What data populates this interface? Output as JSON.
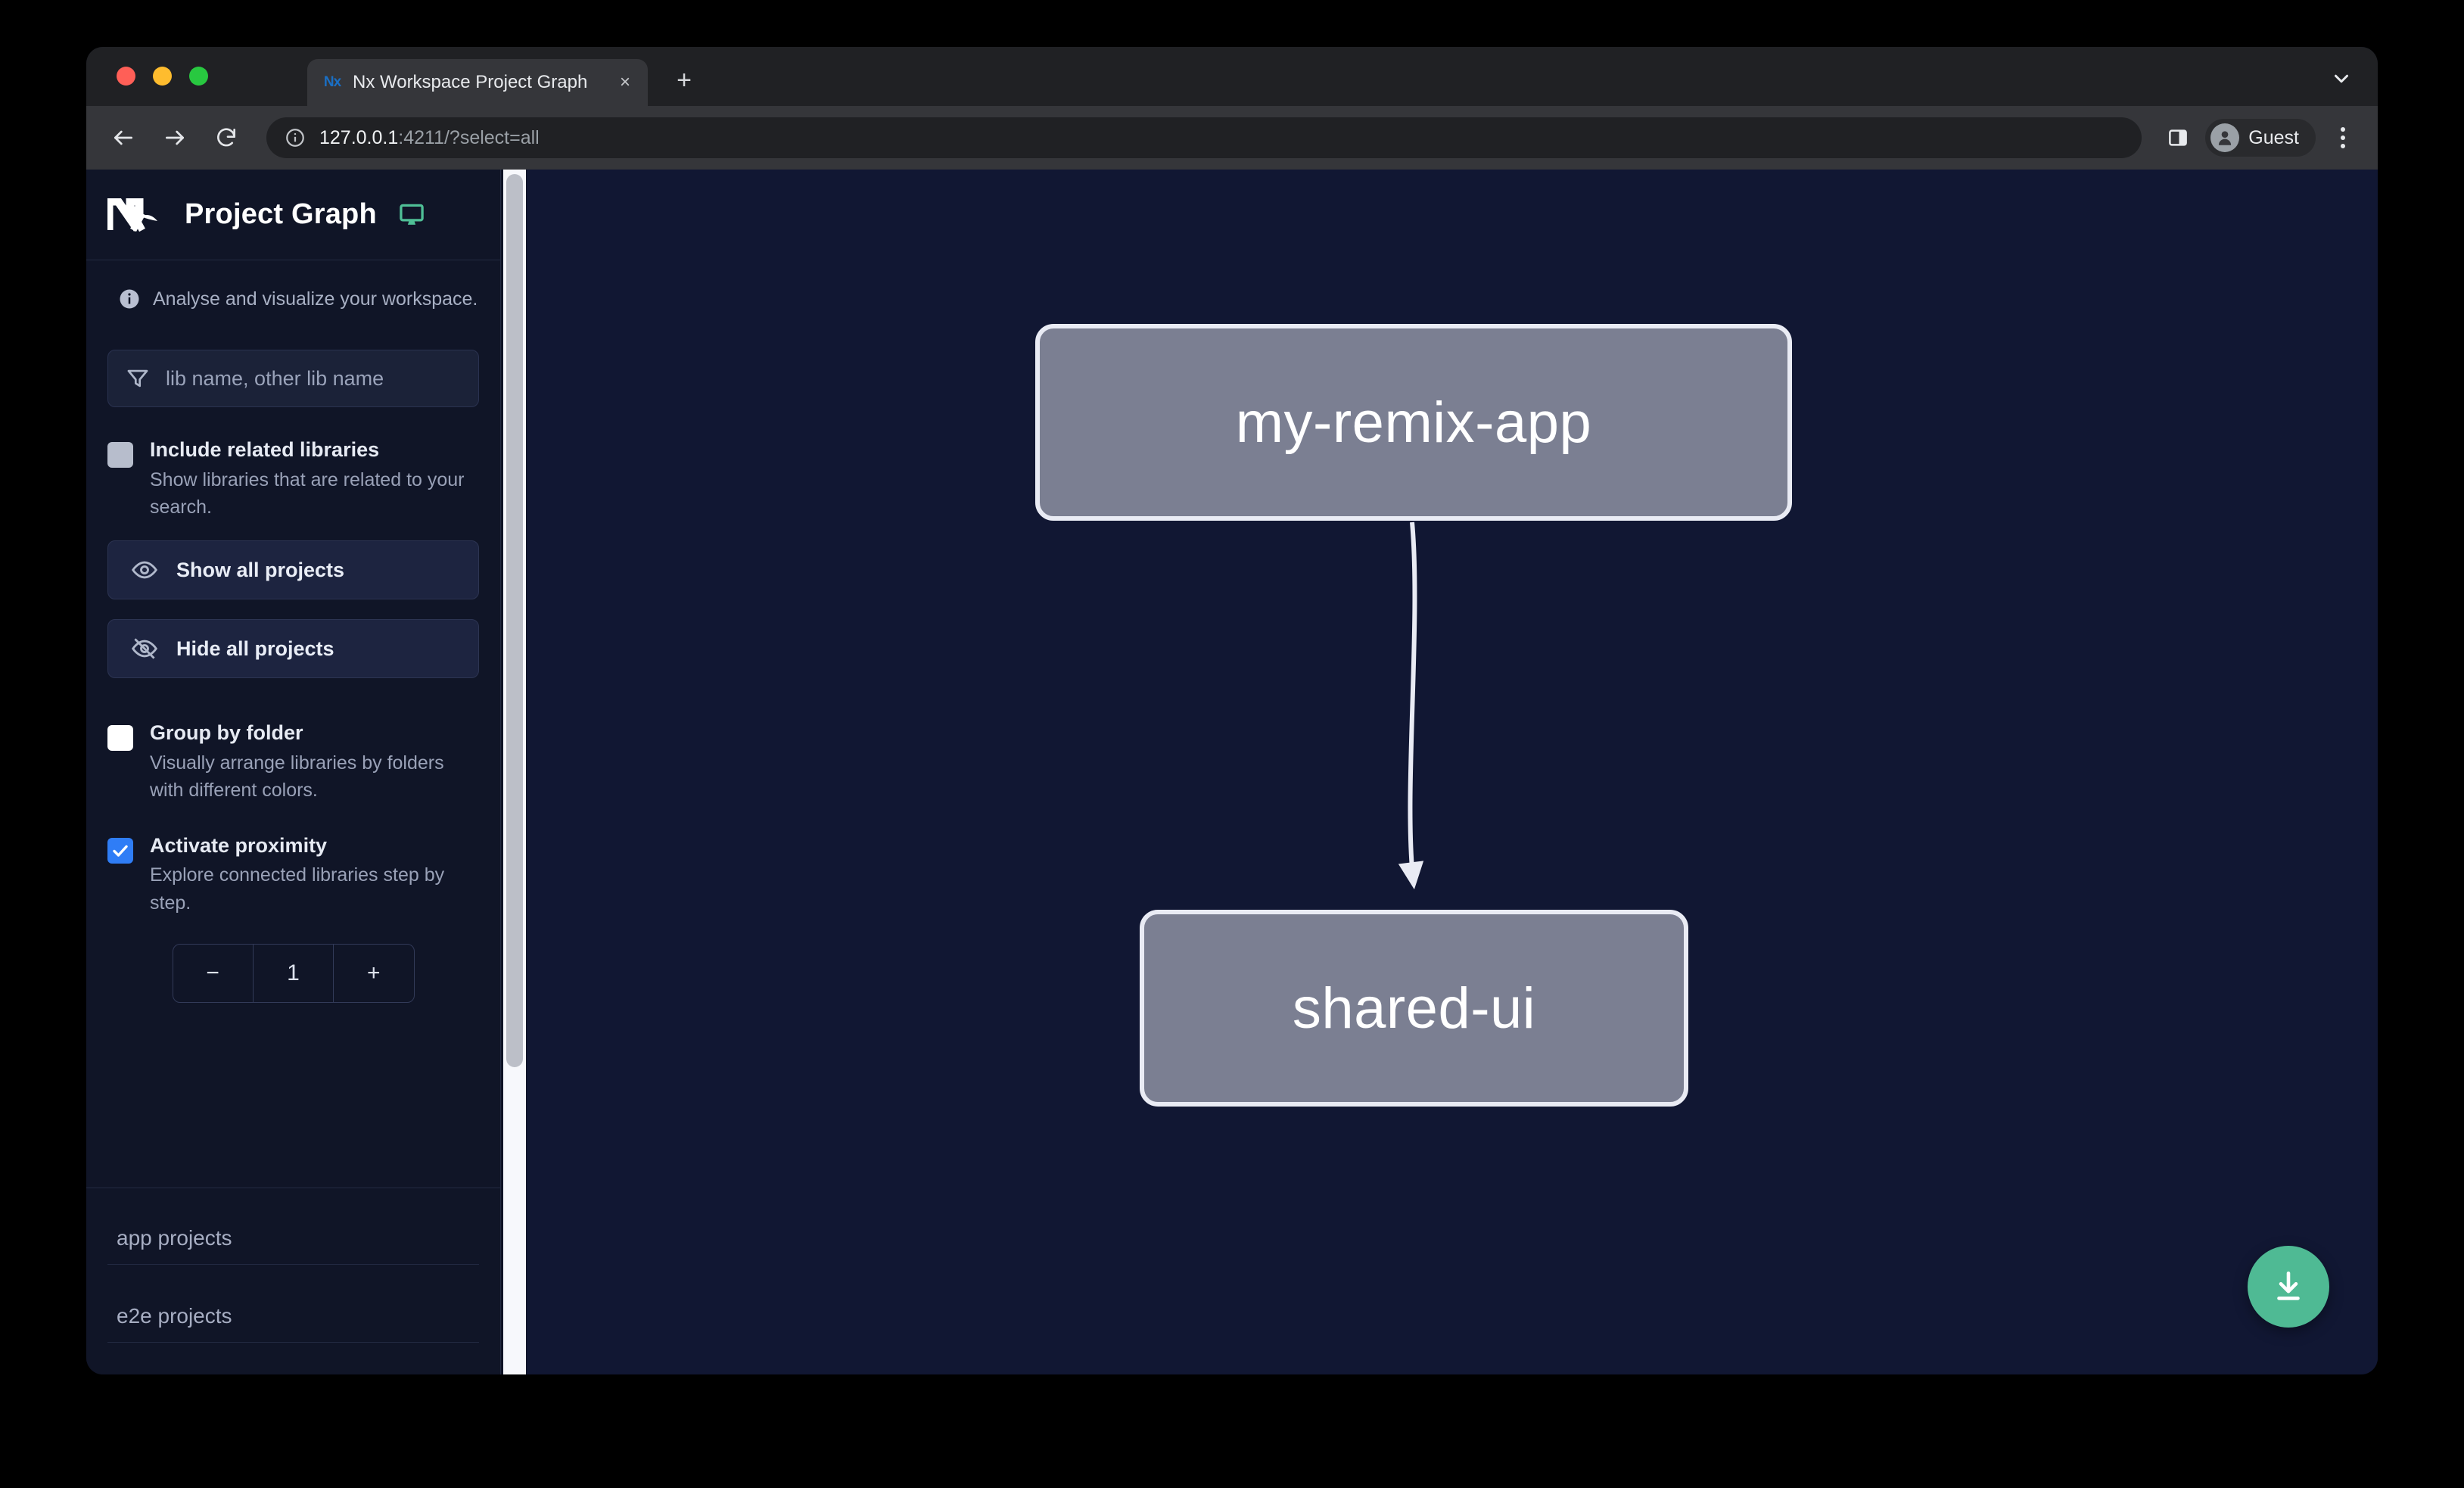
{
  "browser": {
    "tab": {
      "title": "Nx Workspace Project Graph",
      "favicon_label": "Nx",
      "close_label": "×"
    },
    "new_tab_label": "+",
    "omnibox": {
      "host": "127.0.0.1",
      "rest": ":4211/?select=all"
    },
    "profile": {
      "label": "Guest"
    },
    "icons": {
      "back": "back-arrow-icon",
      "forward": "forward-arrow-icon",
      "reload": "reload-icon",
      "site_info": "site-info-icon",
      "side_panel": "side-panel-icon",
      "menu": "three-dot-menu-icon",
      "tab_list": "chevron-down-icon"
    }
  },
  "sidebar": {
    "logo_text": "Nx",
    "title": "Project Graph",
    "monitor_icon": "monitor-icon",
    "hint": "Analyse and visualize your workspace.",
    "filter": {
      "placeholder": "lib name, other lib name",
      "value": "",
      "icon": "funnel-icon"
    },
    "options": [
      {
        "id": "include-related-libraries",
        "title": "Include related libraries",
        "desc": "Show libraries that are related to your search.",
        "checked": false
      },
      {
        "id": "group-by-folder",
        "title": "Group by folder",
        "desc": "Visually arrange libraries by folders with different colors.",
        "checked": false
      },
      {
        "id": "activate-proximity",
        "title": "Activate proximity",
        "desc": "Explore connected libraries step by step.",
        "checked": true
      }
    ],
    "buttons": [
      {
        "id": "show-all-projects",
        "label": "Show all projects",
        "icon": "eye-icon"
      },
      {
        "id": "hide-all-projects",
        "label": "Hide all projects",
        "icon": "eye-slash-icon"
      }
    ],
    "stepper": {
      "decrement_label": "−",
      "value": "1",
      "increment_label": "+"
    },
    "project_groups": [
      {
        "id": "app-projects",
        "label": "app projects"
      },
      {
        "id": "e2e-projects",
        "label": "e2e projects"
      }
    ]
  },
  "graph": {
    "nodes": [
      {
        "id": "my-remix-app",
        "label": "my-remix-app"
      },
      {
        "id": "shared-ui",
        "label": "shared-ui"
      }
    ],
    "edges": [
      {
        "from": "my-remix-app",
        "to": "shared-ui"
      }
    ],
    "download_button": {
      "icon": "download-icon",
      "color": "#4fba94"
    }
  },
  "colors": {
    "canvas_bg": "#111733",
    "sidebar_bg": "#101527",
    "node_fill": "#7b7f92",
    "node_border": "#e9ebf4",
    "accent_green": "#4fba94",
    "accent_blue": "#2f7df6",
    "monitor_teal": "#4fbf96"
  }
}
